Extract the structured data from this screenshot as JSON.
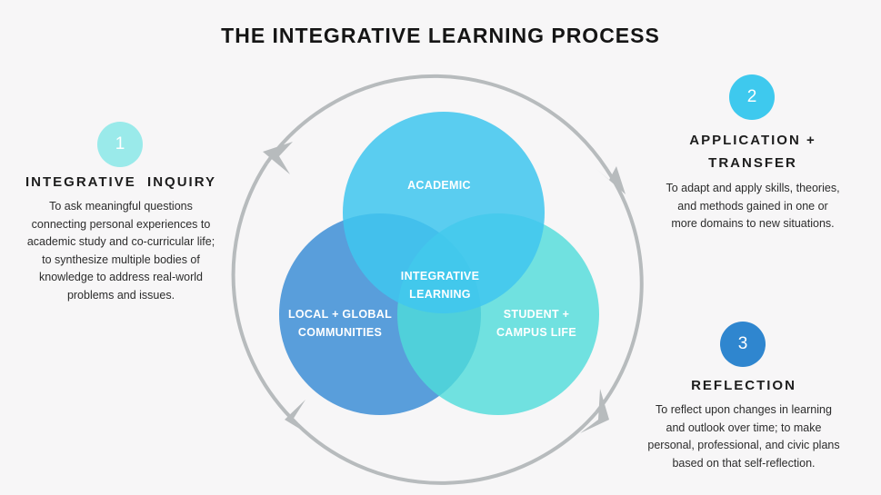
{
  "title": "THE INTEGRATIVE LEARNING PROCESS",
  "colors": {
    "background": "#f7f6f7",
    "cycle_ring": "#b7bbbd",
    "step1_badge": "#9aeaea",
    "step2_badge": "#3ec9ee",
    "step3_badge": "#2f86cf",
    "circle_academic": "#40c6ef",
    "circle_local_global": "#3f8fd6",
    "circle_student_campus": "#4ddcd9"
  },
  "steps": [
    {
      "number": "1",
      "title_lines": [
        "INTEGRATIVE  INQUIRY"
      ],
      "description_lines": [
        "To ask meaningful questions",
        "connecting personal experiences to",
        "academic study and co-curricular life;",
        "to synthesize multiple bodies of",
        "knowledge to address real-world",
        "problems and issues."
      ]
    },
    {
      "number": "2",
      "title_lines": [
        "APPLICATION +",
        "TRANSFER"
      ],
      "description_lines": [
        "To adapt and apply skills, theories,",
        "and methods gained in one or",
        "more domains to new situations."
      ]
    },
    {
      "number": "3",
      "title_lines": [
        "REFLECTION"
      ],
      "description_lines": [
        "To reflect upon changes in learning",
        "and outlook over time; to make",
        "personal, professional, and civic plans",
        "based on that self-reflection."
      ]
    }
  ],
  "venn": {
    "academic": [
      "ACADEMIC"
    ],
    "local_global": [
      "LOCAL + GLOBAL",
      "COMMUNITIES"
    ],
    "student_campus": [
      "STUDENT +",
      "CAMPUS LIFE"
    ],
    "center": [
      "INTEGRATIVE",
      "LEARNING"
    ]
  }
}
